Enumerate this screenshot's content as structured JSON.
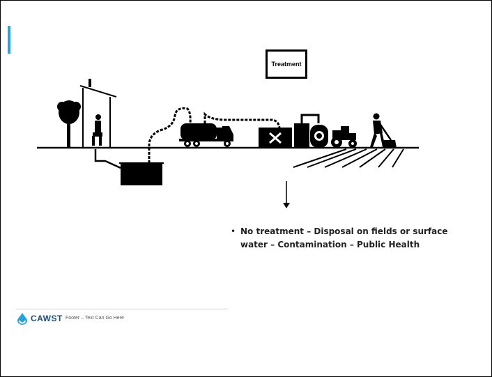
{
  "diagram": {
    "treatment_label": "Treatment",
    "bullet_text": "No treatment – Disposal on fields or surface water – Contamination – Public Health",
    "bullet_symbol": "•"
  },
  "footer": {
    "logo_text": "CAWST",
    "text": "Footer – Text Can Go Here"
  },
  "colors": {
    "accent": "#29a3d8",
    "logo": "#1f4e79"
  }
}
